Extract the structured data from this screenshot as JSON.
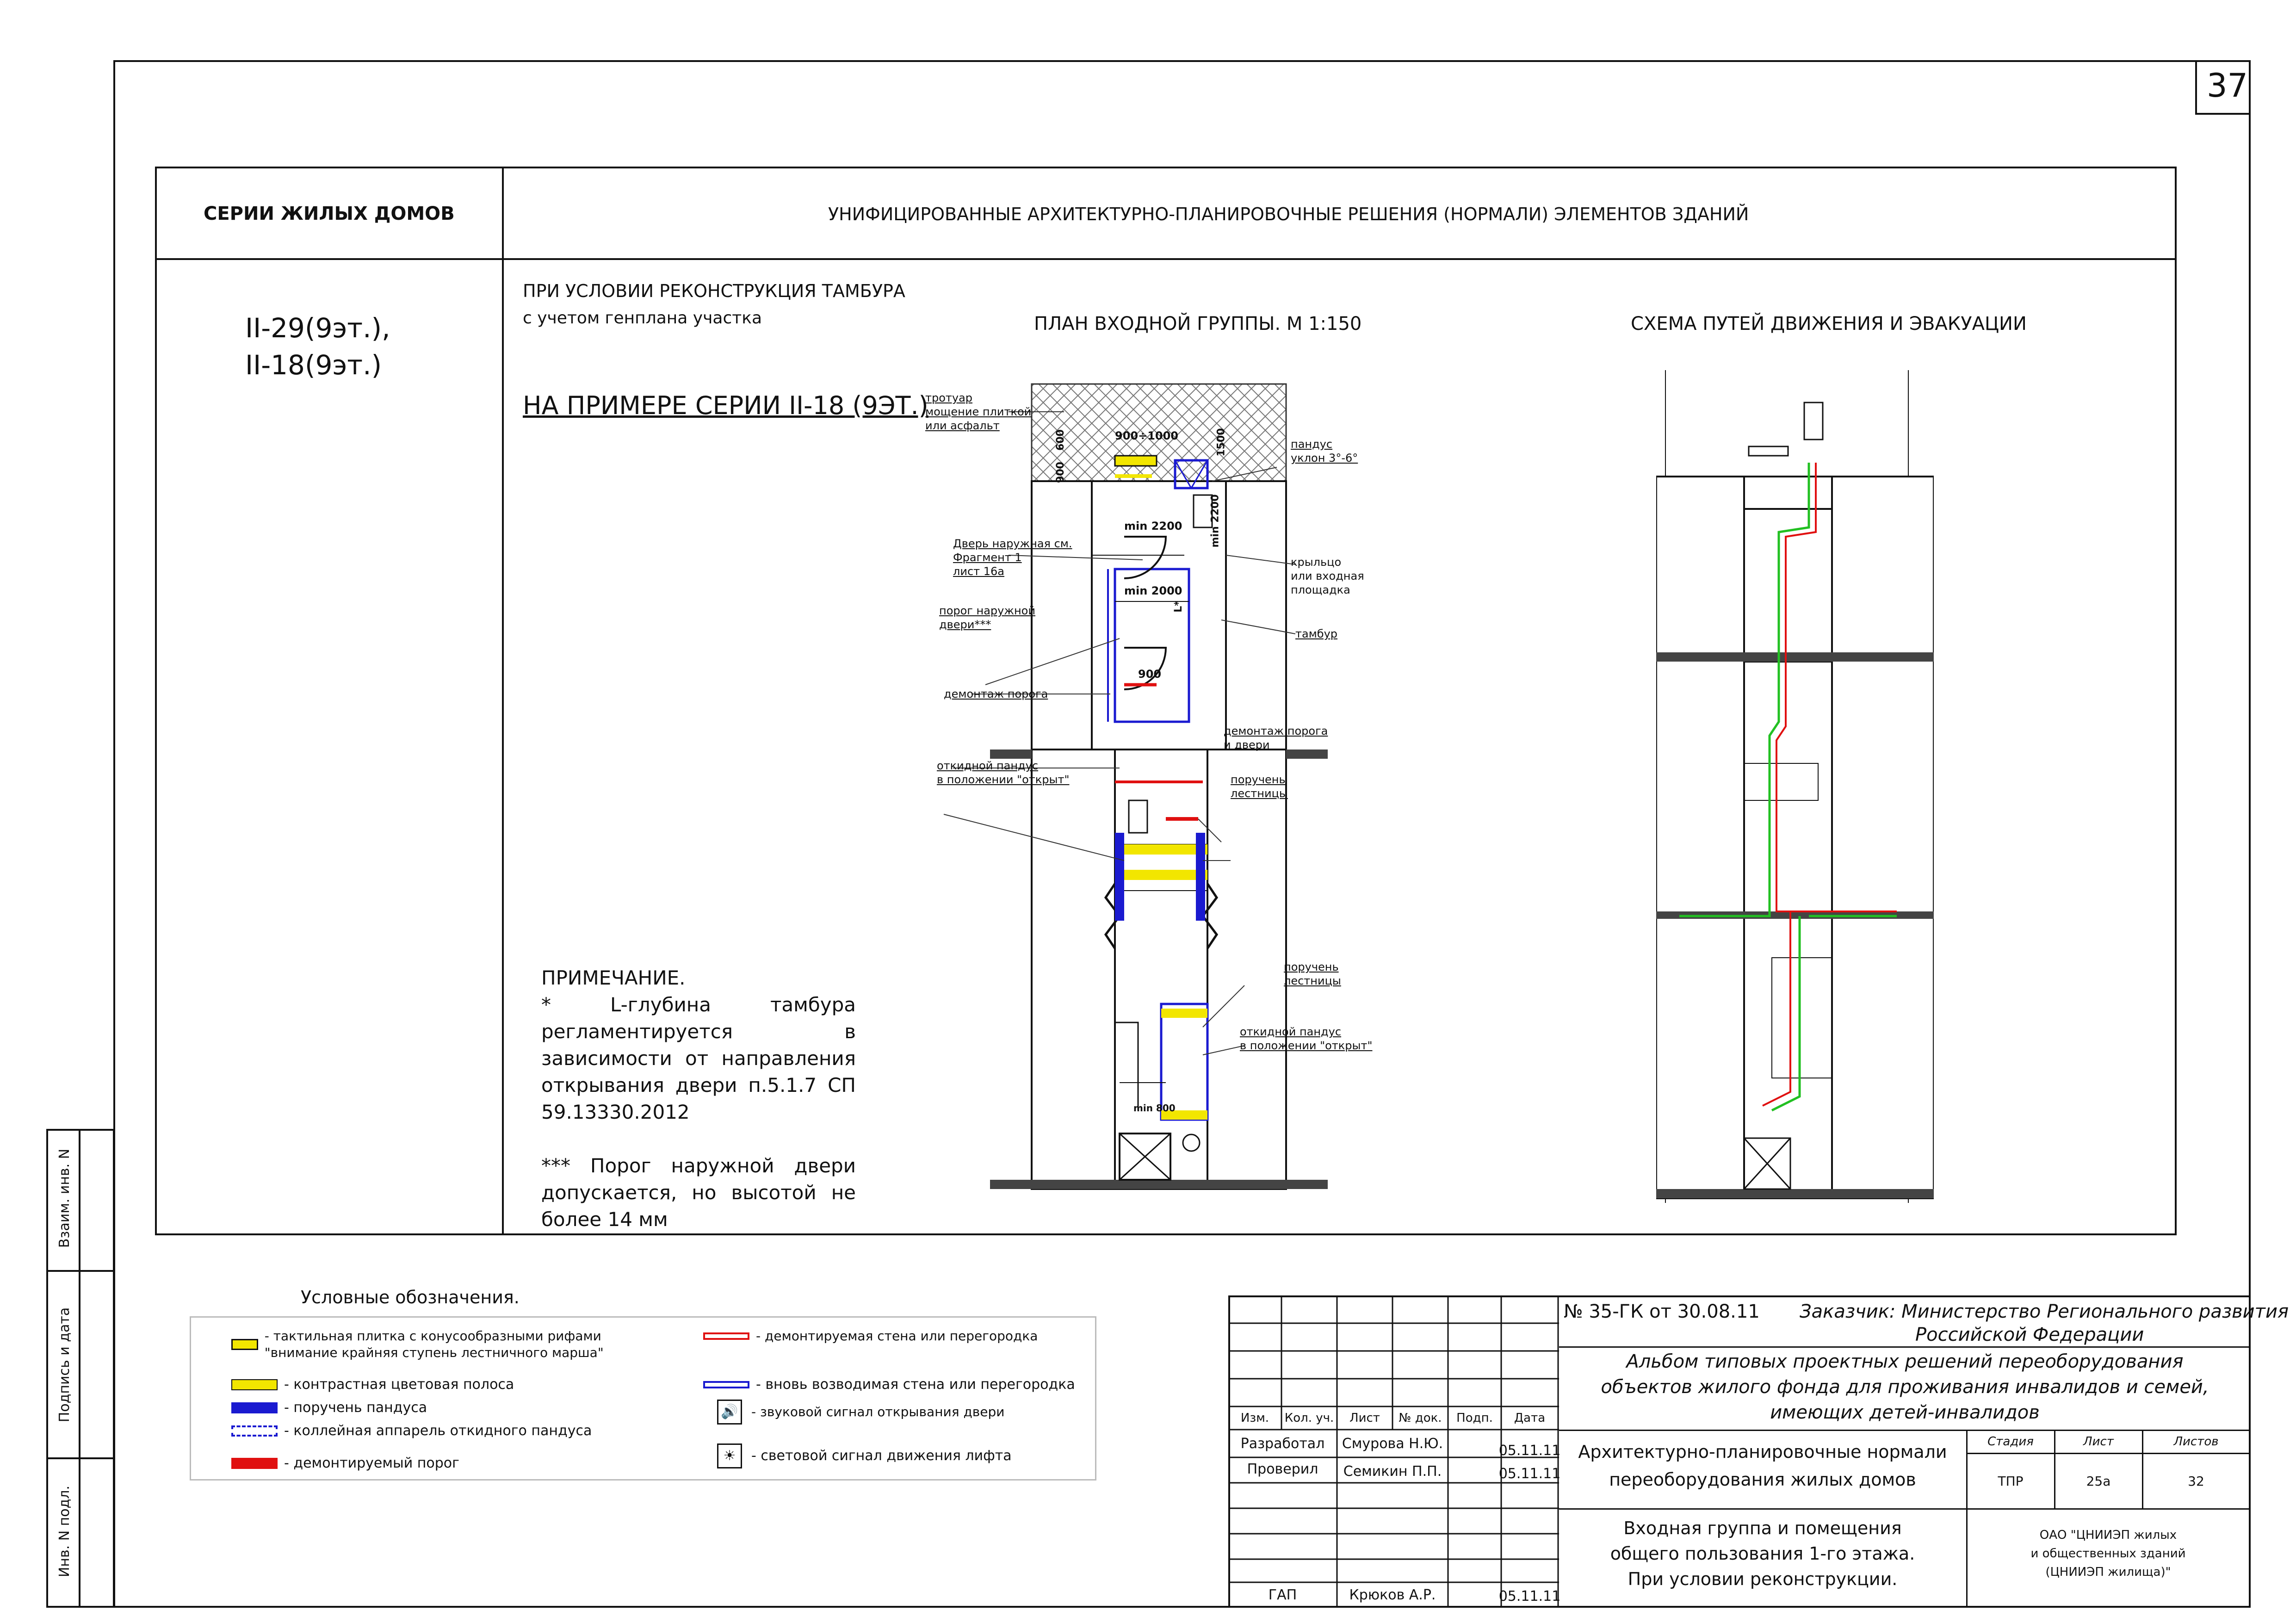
{
  "sheet_number": "37",
  "header": {
    "left": "СЕРИИ ЖИЛЫХ ДОМОВ",
    "right": "УНИФИЦИРОВАННЫЕ АРХИТЕКТУРНО-ПЛАНИРОВОЧНЫЕ РЕШЕНИЯ (НОРМАЛИ) ЭЛЕМЕНТОВ ЗДАНИЙ"
  },
  "series": {
    "line1": "II-29(9эт.),",
    "line2": "II-18(9эт.)"
  },
  "condition": {
    "title": "ПРИ УСЛОВИИ РЕКОНСТРУКЦИЯ ТАМБУРА",
    "subtitle": "с учетом генплана участка",
    "example": "НА ПРИМЕРЕ СЕРИИ II-18 (9ЭТ.)"
  },
  "plan": {
    "title": "ПЛАН ВХОДНОЙ ГРУППЫ. М 1:150",
    "dims": {
      "d600": "600",
      "d900": "900",
      "d900_1000": "900÷1000",
      "d1500": "1500",
      "min2200a": "min 2200",
      "min2200b": "min 2200",
      "min2000": "min 2000",
      "L": "L*",
      "d900b": "900",
      "min800": "min 800"
    },
    "callouts": {
      "sidewalk": [
        "тротуар",
        "мощение плиткой",
        "или асфальт"
      ],
      "ramp": [
        "пандус",
        "уклон 3°-6°"
      ],
      "door": [
        "Дверь наружная см.",
        "Фрагмент 1",
        "лист 16а"
      ],
      "porch": [
        "крыльцо",
        "или входная",
        "площадка"
      ],
      "threshold": [
        "порог наружной",
        "двери***"
      ],
      "vestibule": [
        "тамбур"
      ],
      "demolish_threshold": [
        "демонтаж порога"
      ],
      "demolish_door": [
        "демонтаж порога",
        "и двери"
      ],
      "fold_ramp1": [
        "откидной пандус",
        "в положении \"открыт\""
      ],
      "rail1": [
        "поручень",
        "лестницы"
      ],
      "rail2": [
        "поручень",
        "лестницы"
      ],
      "fold_ramp2": [
        "откидной пандус",
        "в положении \"открыт\""
      ]
    }
  },
  "scheme": {
    "title": "СХЕМА ПУТЕЙ ДВИЖЕНИЯ И ЭВАКУАЦИИ"
  },
  "notes": {
    "title": "ПРИМЕЧАНИЕ.",
    "p1": "* L-глубина тамбура регламентируется в зависимости от направления открывания двери п.5.1.7 СП 59.13330.2012",
    "p2": "*** Порог наружной двери допускается, но высотой не более 14 мм"
  },
  "legend": {
    "title": "Условные обозначения.",
    "items": [
      "- тактильная плитка с конусообразными рифами \"внимание крайняя ступень лестничного марша\"",
      "- контрастная цветовая полоса",
      "- поручень пандуса",
      "- коллейная аппарель откидного пандуса",
      "- демонтируемый порог",
      "- демонтируемая стена или перегородка",
      "- вновь возводимая стена или перегородка",
      "- звуковой сигнал открывания двери",
      "- световой сигнал движения лифта"
    ],
    "colors": {
      "yellow": "#f2e600",
      "blue": "#1a1ad0",
      "red": "#e01010",
      "green": "#22c022"
    }
  },
  "stamp": {
    "contract": "№ 35-ГК от 30.08.11",
    "customer_1": "Заказчик: Министерство Регионального развития",
    "customer_2": "Российской Федерации",
    "album_1": "Альбом типовых проектных решений переоборудования",
    "album_2": "объектов жилого фонда для проживания инвалидов и семей,",
    "album_3": "имеющих детей-инвалидов",
    "cols": [
      "Изм.",
      "Кол. уч.",
      "Лист",
      "№ док.",
      "Подп.",
      "Дата"
    ],
    "rows": [
      {
        "role": "Разработал",
        "name": "Смурова Н.Ю.",
        "date": "05.11.11"
      },
      {
        "role": "Проверил",
        "name": "Семикин П.П.",
        "date": "05.11.11"
      },
      {
        "role": "ГАП",
        "name": "Крюков А.Р.",
        "date": "05.11.11"
      }
    ],
    "subject_1": "Архитектурно-планировочные нормали",
    "subject_2": "переоборудования жилых домов",
    "sheet_title_1": "Входная группа и помещения",
    "sheet_title_2": "общего пользования 1-го этажа.",
    "sheet_title_3": "При условии реконструкции.",
    "stage_label": "Стадия",
    "sheet_label": "Лист",
    "sheets_label": "Листов",
    "stage": "ТПР",
    "sheet": "25а",
    "sheets": "32",
    "org_1": "ОАО \"ЦНИИЭП жилых",
    "org_2": "и общественных зданий",
    "org_3": "(ЦНИИЭП жилища)\""
  },
  "side_labels": {
    "a": "Взаим. инв. N",
    "b": "Подпись и дата",
    "c": "Инв. N подл."
  }
}
